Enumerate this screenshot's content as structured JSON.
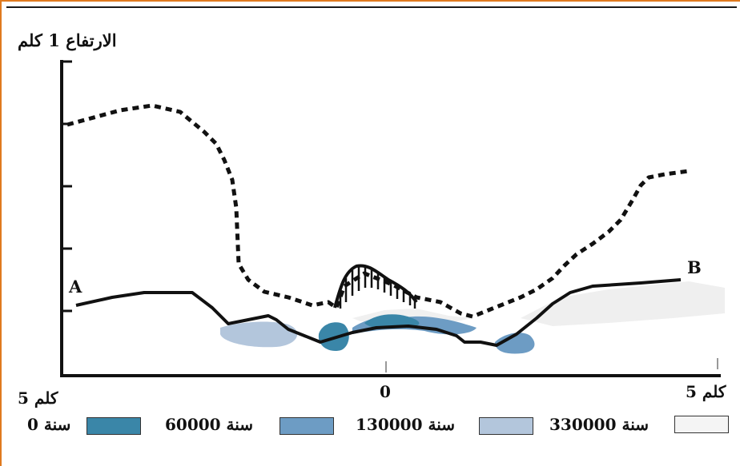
{
  "diagram": {
    "y_axis_label": "الارتفاع 1 كلم",
    "x_left_label": "5 كلم",
    "x_center_label": "0",
    "x_right_label": "5 كلم",
    "point_a": "A",
    "point_b": "B"
  },
  "legend": [
    {
      "label": "0 سنة",
      "color": "#3a86a8"
    },
    {
      "label": "60000 سنة",
      "color": "#6d9cc4"
    },
    {
      "label": "130000 سنة",
      "color": "#b3c6dc"
    },
    {
      "label": "330000 سنة",
      "color": "#f4f4f4"
    }
  ]
}
